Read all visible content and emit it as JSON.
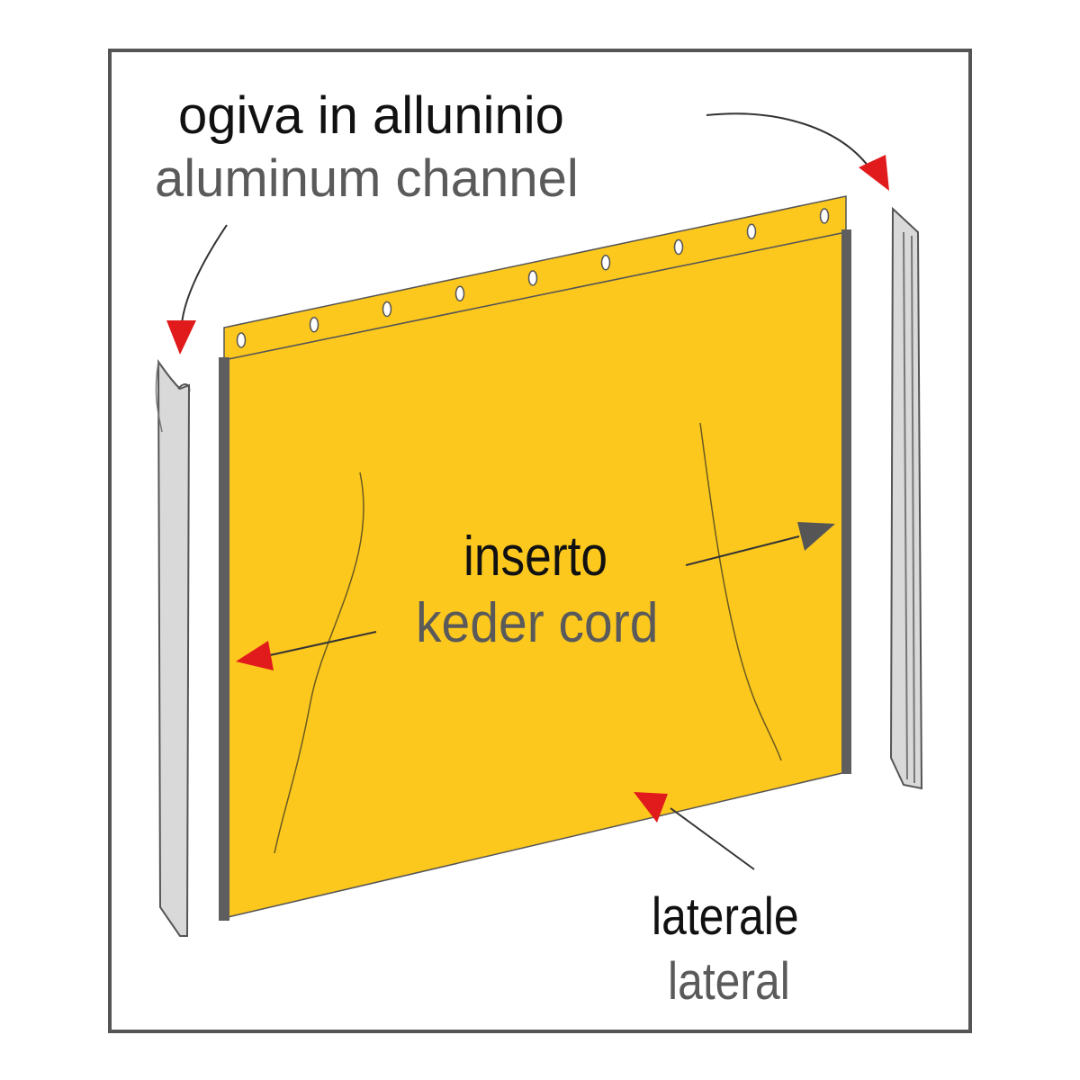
{
  "labels": {
    "channel_it": "ogiva in alluninio",
    "channel_en": "aluminum channel",
    "keder_it": "inserto",
    "keder_en": "keder cord",
    "lateral_it": "laterale",
    "lateral_en": "lateral"
  },
  "colors": {
    "curtain": "#fcc81e",
    "keder": "#5e5e5e",
    "channel": "#d9d9d9",
    "arrow_red": "#e11b1b",
    "arrow_grey": "#555555",
    "border": "#555555"
  },
  "eyelet_count": 9
}
